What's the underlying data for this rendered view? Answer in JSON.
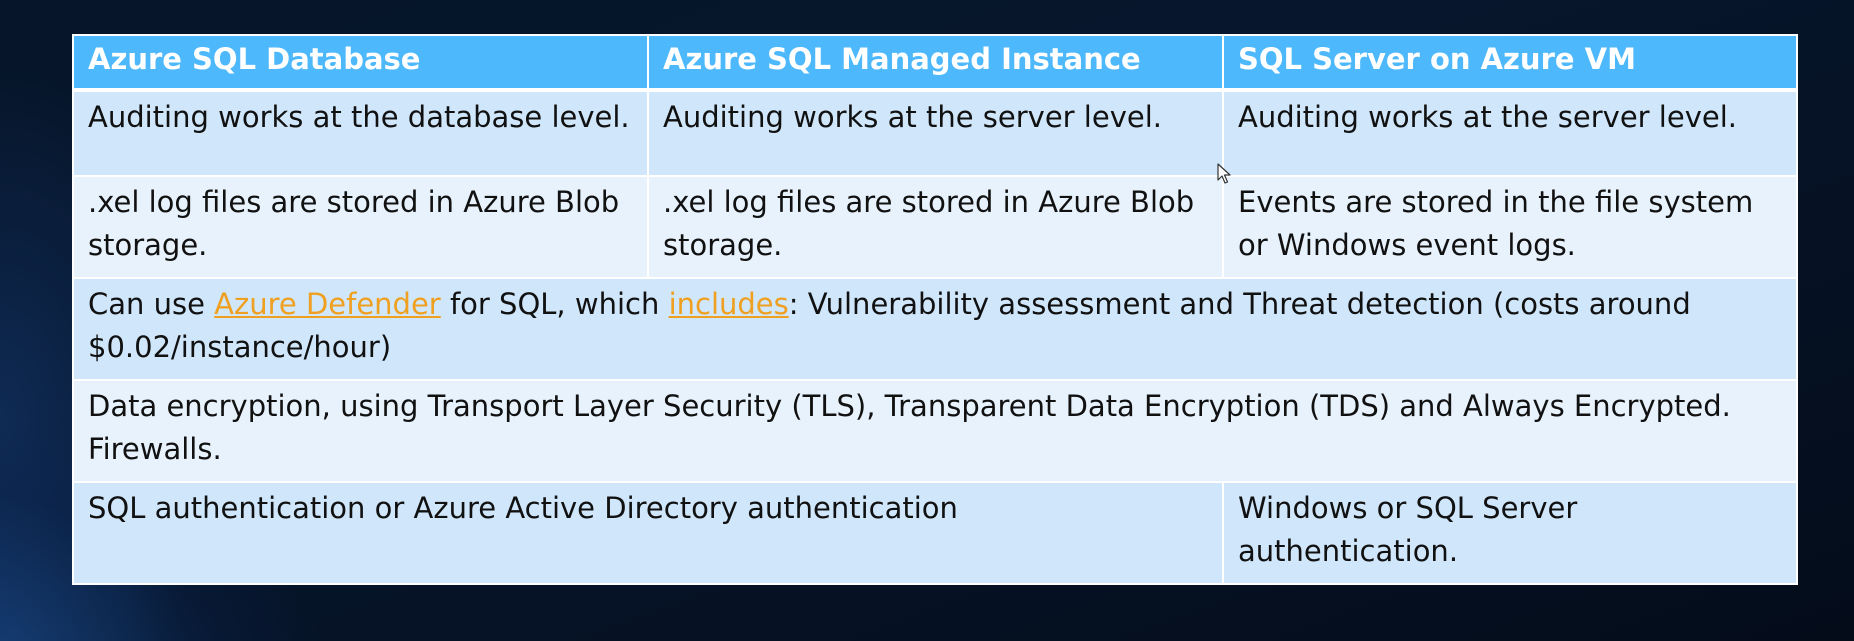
{
  "table": {
    "headers": [
      "Azure SQL Database",
      "Azure SQL Managed Instance",
      "SQL Server on Azure VM"
    ],
    "row1": [
      "Auditing works at the database level.",
      "Auditing works at the server level.",
      "Auditing works at the server level."
    ],
    "row2": [
      ".xel log files are stored in Azure Blob storage.",
      ".xel log files are stored in Azure Blob storage.",
      "Events are stored in the file system or Windows event logs."
    ],
    "row3": {
      "prefix": "Can use ",
      "link1": "Azure Defender",
      "middle": " for SQL, which ",
      "link2": "includes",
      "suffix": ": Vulnerability assessment and Threat detection (costs around $0.02/instance/hour)"
    },
    "row4": "Data encryption, using Transport Layer Security (TLS), Transparent Data Encryption (TDS) and Always Encrypted. Firewalls.",
    "row5": [
      "SQL authentication or Azure Active Directory authentication",
      "Windows or SQL Server authentication."
    ]
  },
  "colors": {
    "header": "#4db8fb",
    "row_dark": "#cfe6fb",
    "row_light": "#e7f2fc",
    "link": "#f0a020"
  },
  "icons": [
    "mouse-pointer-icon"
  ]
}
